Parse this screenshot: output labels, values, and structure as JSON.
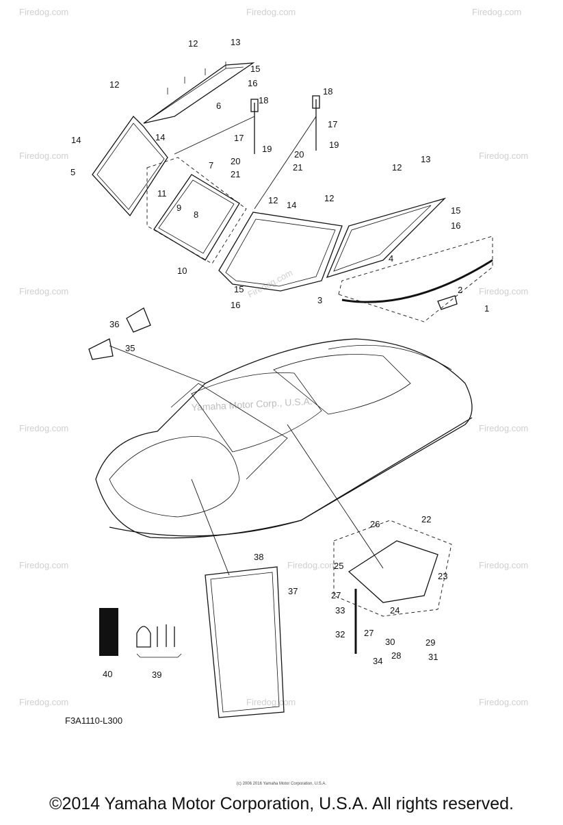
{
  "watermark": {
    "text": "Firedog.com",
    "center_text": "Yamaha Motor Corp., U.S.A."
  },
  "callouts": [
    "1",
    "2",
    "3",
    "4",
    "5",
    "6",
    "7",
    "8",
    "9",
    "10",
    "11",
    "12",
    "13",
    "14",
    "15",
    "16",
    "17",
    "18",
    "19",
    "20",
    "21",
    "22",
    "23",
    "24",
    "25",
    "26",
    "27",
    "28",
    "29",
    "30",
    "31",
    "32",
    "33",
    "34",
    "35",
    "36",
    "37",
    "38",
    "39",
    "40"
  ],
  "diagram_code": "F3A1110-L300",
  "fine_print": "(c) 2006 2016 Yamaha Motor Corporation, U.S.A.",
  "footer": "©2014 Yamaha Motor Corporation, U.S.A. All rights reserved."
}
